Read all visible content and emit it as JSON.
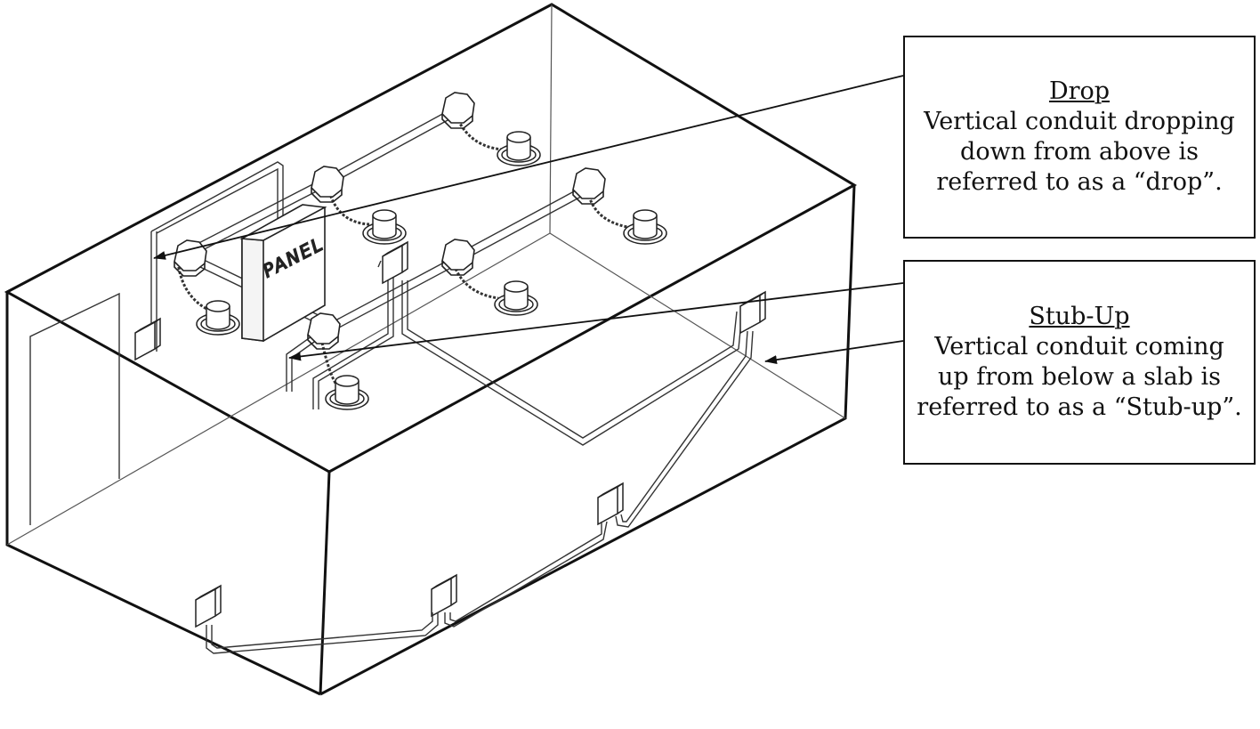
{
  "diagram": {
    "panel_label": "PANEL",
    "colors": {
      "line": "#111111",
      "thin": "#333333",
      "background": "#ffffff"
    }
  },
  "callouts": {
    "drop": {
      "title": "Drop",
      "lines": [
        "Vertical conduit dropping",
        "down from above is",
        "referred to as a “drop”."
      ]
    },
    "stub_up": {
      "title": "Stub-Up",
      "lines": [
        "Vertical conduit coming",
        "up from below a slab is",
        "referred to as a “Stub-up”."
      ]
    }
  }
}
